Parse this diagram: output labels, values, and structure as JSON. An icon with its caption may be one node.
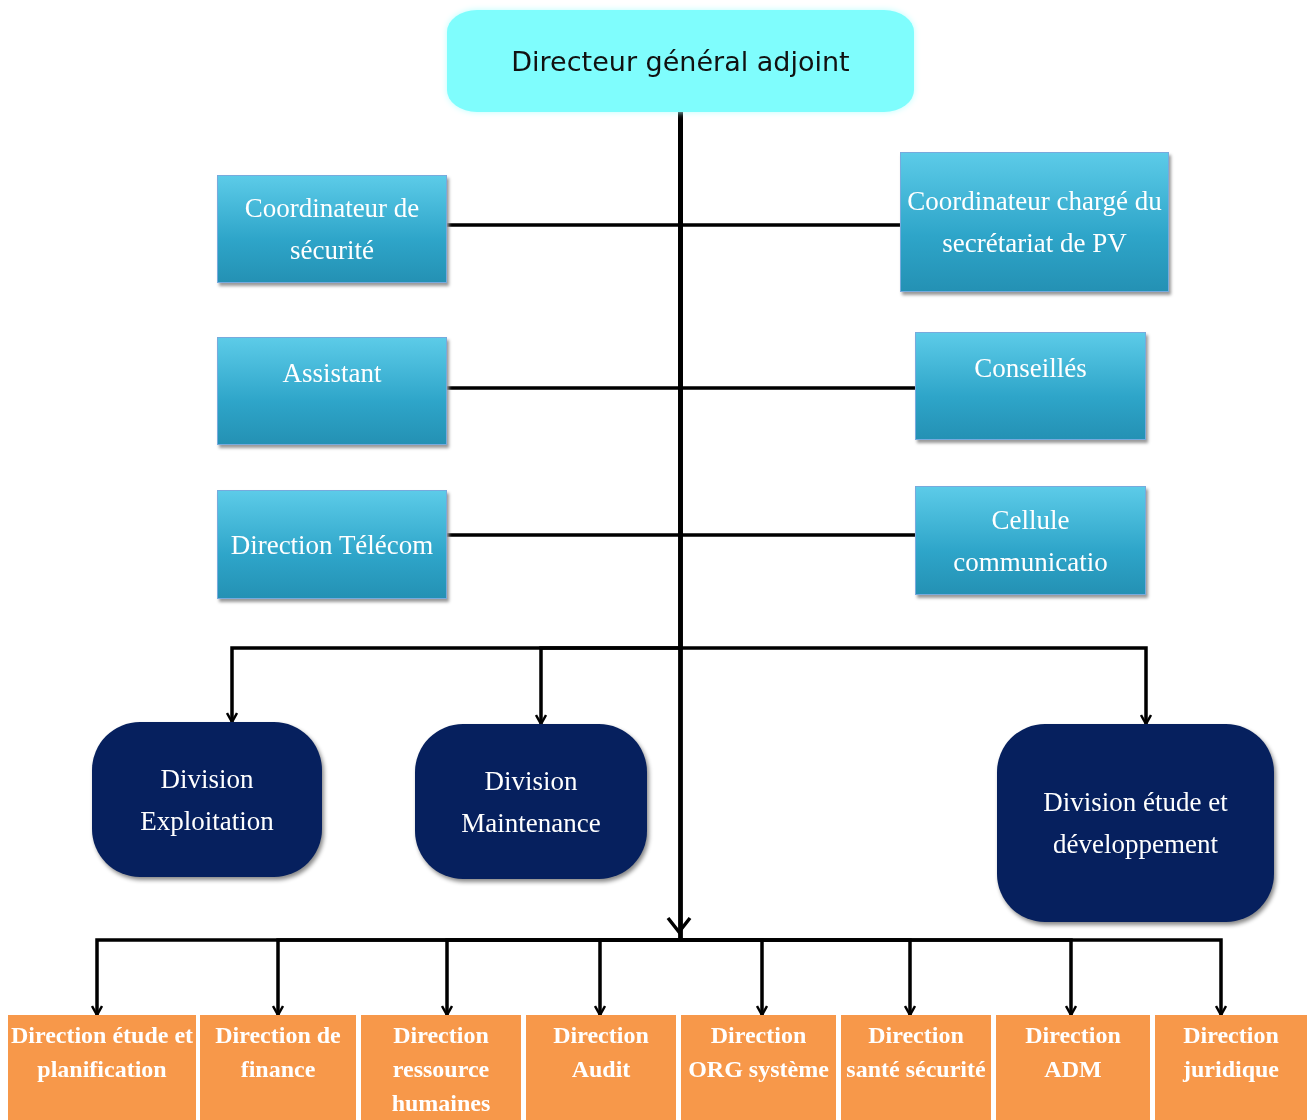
{
  "diagram": {
    "nodes": [
      {
        "text": [
          "Directeur général adjoint"
        ]
      },
      {
        "text": [
          "Coordinateur de sécurité"
        ]
      },
      {
        "text": [
          "Coordinateur chargé du secrétariat de PV"
        ]
      },
      {
        "text": [
          "Assistant"
        ]
      },
      {
        "text": [
          "Conseillés"
        ]
      },
      {
        "text": [
          "Direction Télécom"
        ]
      },
      {
        "text": [
          "Cellule communicatio"
        ]
      },
      {
        "text": [
          "Division Exploitation"
        ]
      },
      {
        "text": [
          "Division Maintenance"
        ]
      },
      {
        "text": [
          "Division étude et développement"
        ]
      },
      {
        "text": [
          "Direction étude et planification"
        ]
      },
      {
        "text": [
          "Direction de finance"
        ]
      },
      {
        "text": [
          "Direction ressource humaines"
        ]
      },
      {
        "text": [
          "Direction Audit"
        ]
      },
      {
        "text": [
          "Direction ORG système"
        ]
      },
      {
        "text": [
          "Direction santé sécurité"
        ]
      },
      {
        "text": [
          "Direction ADM"
        ]
      },
      {
        "text": [
          "Direction juridique"
        ]
      }
    ],
    "edges": [
      {
        "from": 0,
        "to": 1,
        "arrow": "none"
      },
      {
        "from": 0,
        "to": 2,
        "arrow": "none"
      },
      {
        "from": 0,
        "to": 3,
        "arrow": "none"
      },
      {
        "from": 0,
        "to": 4,
        "arrow": "none"
      },
      {
        "from": 0,
        "to": 5,
        "arrow": "none"
      },
      {
        "from": 0,
        "to": 6,
        "arrow": "none"
      },
      {
        "from": 0,
        "to": 7,
        "arrow": "to"
      },
      {
        "from": 0,
        "to": 8,
        "arrow": "to"
      },
      {
        "from": 0,
        "to": 9,
        "arrow": "to"
      },
      {
        "from": 0,
        "to": 10,
        "arrow": "to"
      },
      {
        "from": 0,
        "to": 11,
        "arrow": "to"
      },
      {
        "from": 0,
        "to": 12,
        "arrow": "to"
      },
      {
        "from": 0,
        "to": 13,
        "arrow": "to"
      },
      {
        "from": 0,
        "to": 14,
        "arrow": "to"
      },
      {
        "from": 0,
        "to": 15,
        "arrow": "to"
      },
      {
        "from": 0,
        "to": 16,
        "arrow": "to"
      },
      {
        "from": 0,
        "to": 17,
        "arrow": "to"
      }
    ]
  }
}
